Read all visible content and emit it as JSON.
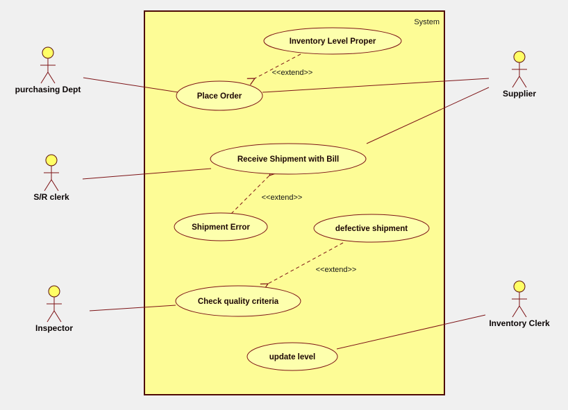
{
  "diagram": {
    "type": "uml-use-case",
    "system_label": "System",
    "actors": [
      {
        "id": "purchasing-dept",
        "label": "purchasing Dept"
      },
      {
        "id": "supplier",
        "label": "Supplier"
      },
      {
        "id": "sr-clerk",
        "label": "S/R clerk"
      },
      {
        "id": "inspector",
        "label": "Inspector"
      },
      {
        "id": "inventory-clerk",
        "label": "Inventory Clerk"
      }
    ],
    "use_cases": [
      {
        "id": "inventory-level-proper",
        "label": "Inventory Level Proper"
      },
      {
        "id": "place-order",
        "label": "Place Order"
      },
      {
        "id": "receive-shipment-with-bill",
        "label": "Receive Shipment with Bill"
      },
      {
        "id": "shipment-error",
        "label": "Shipment Error"
      },
      {
        "id": "defective-shipment",
        "label": "defective shipment"
      },
      {
        "id": "check-quality-criteria",
        "label": "Check quality criteria"
      },
      {
        "id": "update-level",
        "label": "update level"
      }
    ],
    "associations": [
      {
        "from": "purchasing Dept",
        "to": "Place Order"
      },
      {
        "from": "Place Order",
        "to": "Supplier"
      },
      {
        "from": "Receive Shipment with Bill",
        "to": "Supplier"
      },
      {
        "from": "S/R clerk",
        "to": "Receive Shipment with Bill"
      },
      {
        "from": "Inspector",
        "to": "Check quality criteria"
      },
      {
        "from": "update level",
        "to": "Inventory Clerk"
      }
    ],
    "extends": [
      {
        "from": "Inventory Level Proper",
        "to": "Place Order",
        "label": "<<extend>>"
      },
      {
        "from": "Shipment Error",
        "to": "Receive Shipment with Bill",
        "label": "<<extend>>"
      },
      {
        "from": "defective shipment",
        "to": "Check quality criteria",
        "label": "<<extend>>"
      }
    ],
    "colors": {
      "background": "#f0f0f0",
      "system_fill": "#fdfc96",
      "system_border": "#4d0a05",
      "usecase_fill": "#fdffad",
      "usecase_border": "#7c1215",
      "line": "#7c1215",
      "extend_text": "#141414",
      "usecase_text": "#1c0604",
      "actor_head_fill": "#ffff66"
    }
  }
}
